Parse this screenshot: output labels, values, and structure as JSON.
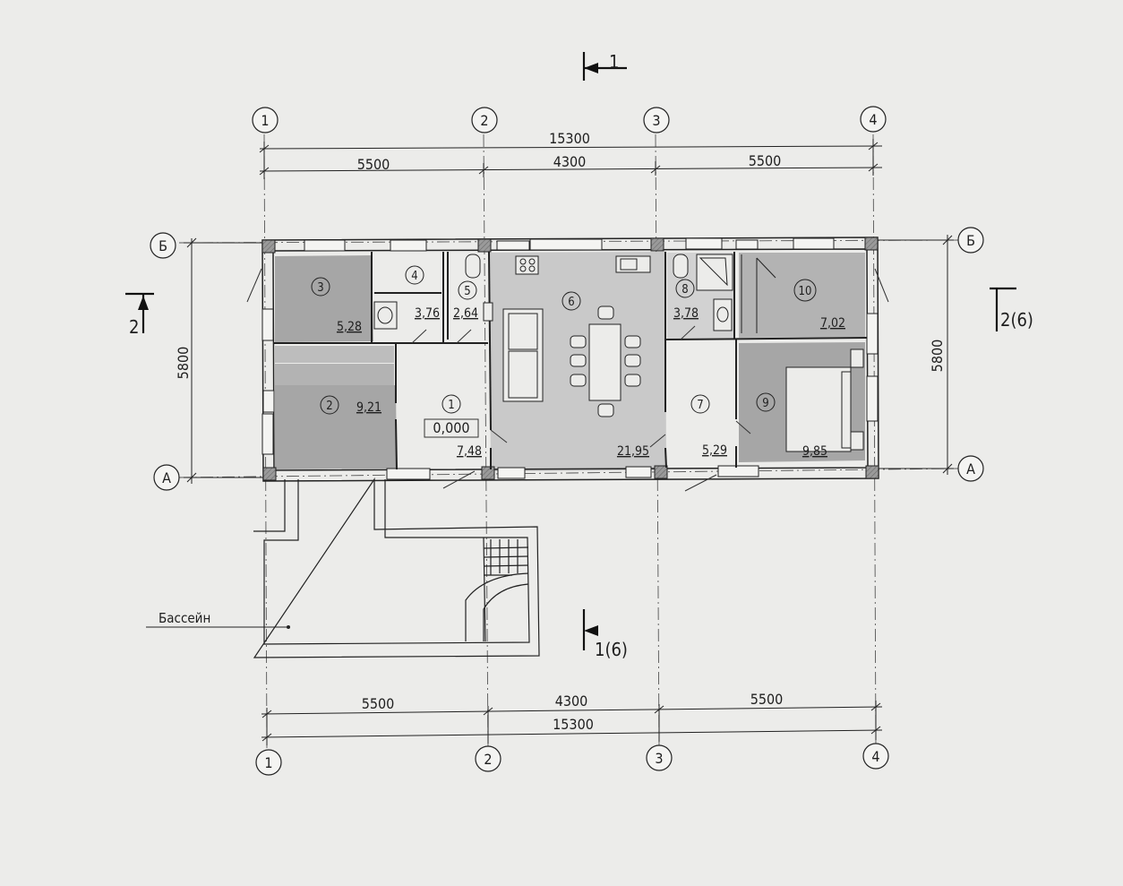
{
  "plan": {
    "axes_columns": [
      "1",
      "2",
      "3",
      "4"
    ],
    "axes_rows": [
      "Б",
      "А"
    ],
    "dims_top": {
      "total": "15300",
      "spans": [
        "5500",
        "4300",
        "5500"
      ]
    },
    "dims_bottom": {
      "total": "15300",
      "spans": [
        "5500",
        "4300",
        "5500"
      ]
    },
    "dims_side": {
      "left": "5800",
      "right": "5800"
    },
    "sections": {
      "top": "1",
      "bottom": "1(6)",
      "left": "2",
      "right": "2(6)"
    },
    "level_mark": "0,000",
    "pool_label": "Бассейн",
    "rooms": [
      {
        "num": "1",
        "area": "7,48"
      },
      {
        "num": "2",
        "area": "9,21"
      },
      {
        "num": "3",
        "area": "5,28"
      },
      {
        "num": "4",
        "area": "3,76"
      },
      {
        "num": "5",
        "area": "2,64"
      },
      {
        "num": "6",
        "area": "21,95"
      },
      {
        "num": "7",
        "area": "5,29"
      },
      {
        "num": "8",
        "area": "3,78"
      },
      {
        "num": "9",
        "area": "9,85"
      },
      {
        "num": "10",
        "area": "7,02"
      }
    ]
  }
}
